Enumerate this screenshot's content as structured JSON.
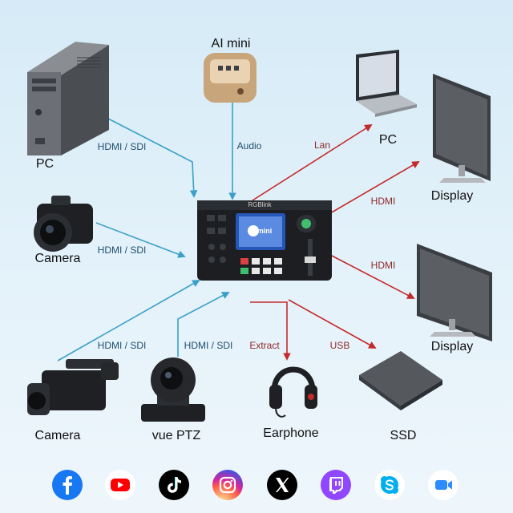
{
  "devices": {
    "ai_mini": "AI mini",
    "pc_left": "PC",
    "camera_left": "Camera",
    "camera_bottom": "Camera",
    "vue_ptz": "vue PTZ",
    "earphone": "Earphone",
    "ssd": "SSD",
    "pc_right": "PC",
    "display_top": "Display",
    "display_bottom": "Display"
  },
  "connections": {
    "pc_left": "HDMI / SDI",
    "camera_left": "HDMI / SDI",
    "camera_bottom": "HDMI / SDI",
    "vue_ptz": "HDMI / SDI",
    "ai_mini": "Audio",
    "lan": "Lan",
    "display_top": "HDMI",
    "display_bottom": "HDMI",
    "earphone": "Extract",
    "ssd": "USB"
  },
  "switcher": {
    "brand": "RGBlink",
    "model": "mini"
  },
  "social_icons": [
    "facebook-icon",
    "youtube-icon",
    "tiktok-icon",
    "instagram-icon",
    "x-icon",
    "twitch-icon",
    "skype-icon",
    "zoom-icon"
  ],
  "colors": {
    "input_arrow": "#3aa0c8",
    "output_arrow": "#c42a2a"
  }
}
